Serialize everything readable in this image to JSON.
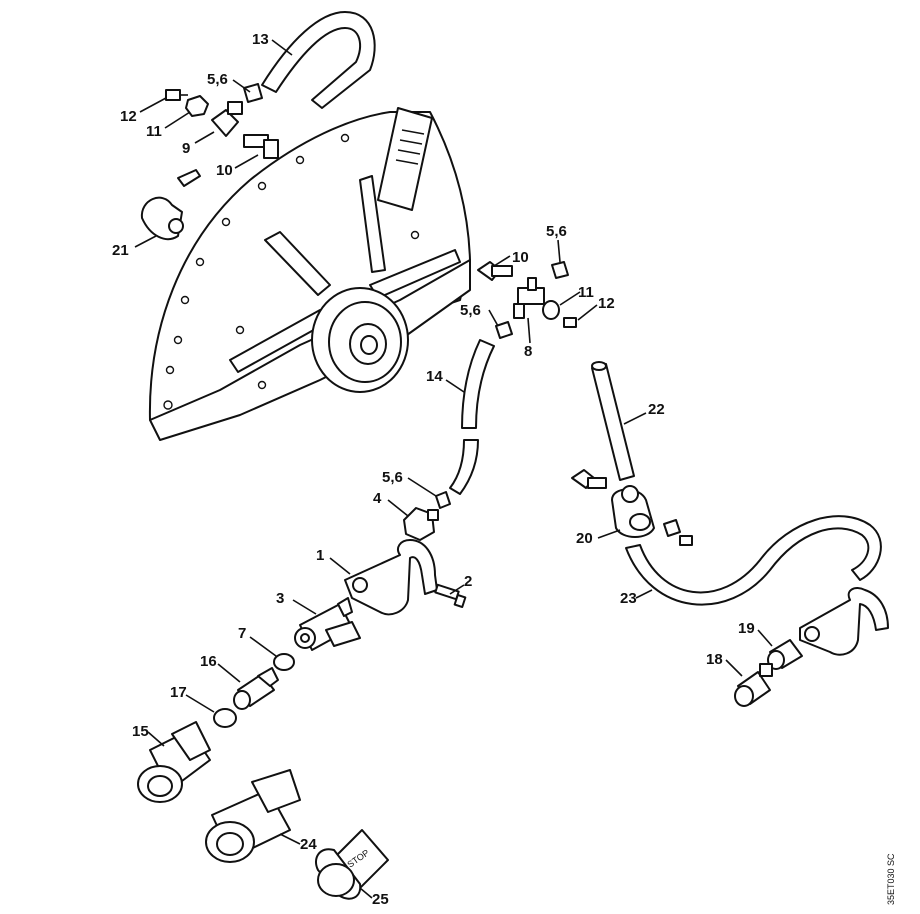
{
  "diagram_code": "35ET030 SC",
  "callouts": {
    "c1": "1",
    "c2": "2",
    "c3": "3",
    "c4": "4",
    "c56a": "5,6",
    "c56b": "5,6",
    "c56c": "5,6",
    "c56d": "5,6",
    "c7": "7",
    "c8": "8",
    "c9": "9",
    "c10a": "10",
    "c10b": "10",
    "c11a": "11",
    "c11b": "11",
    "c12a": "12",
    "c12b": "12",
    "c13": "13",
    "c14": "14",
    "c15": "15",
    "c16": "16",
    "c17": "17",
    "c18": "18",
    "c19": "19",
    "c20": "20",
    "c21": "21",
    "c22": "22",
    "c23": "23",
    "c24": "24",
    "c25": "25"
  },
  "stop_marking": "STOP",
  "icons": {
    "guard": "wheel-guard-icon",
    "hose": "hose-icon",
    "valve": "water-valve-icon",
    "coupling": "hose-coupling-icon"
  }
}
